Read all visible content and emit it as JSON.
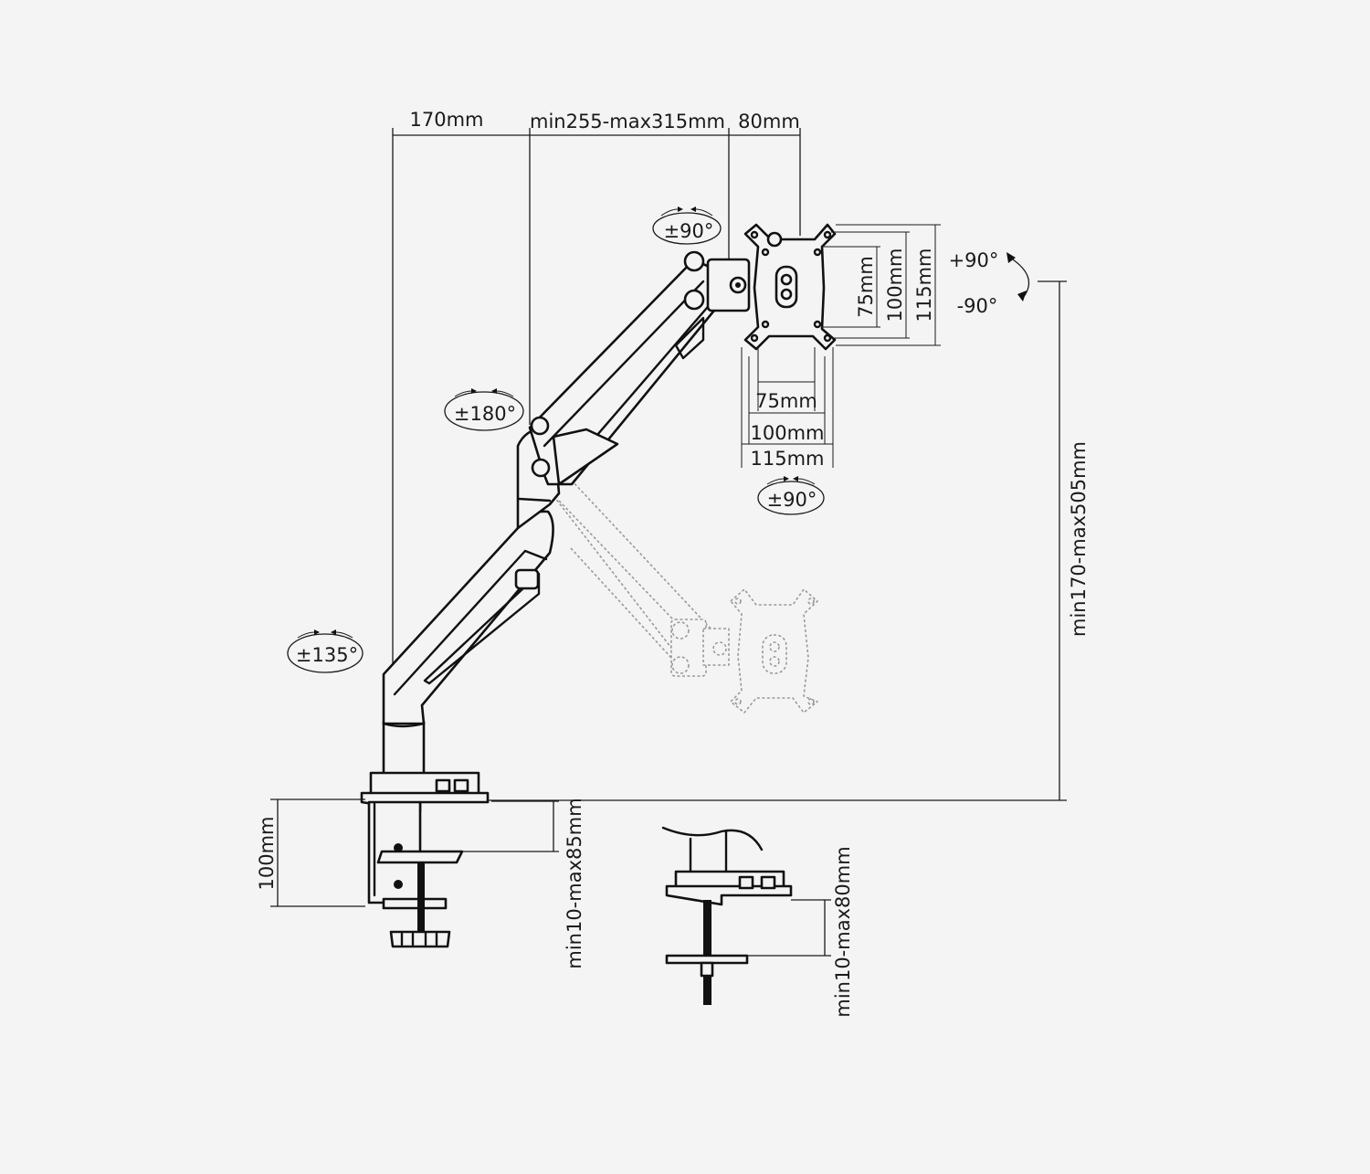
{
  "diagram": {
    "dimensions": {
      "arm_base_offset": "170mm",
      "arm_reach": "min255-max315mm",
      "head_offset": "80mm",
      "vesa_v_75": "75mm",
      "vesa_v_100": "100mm",
      "vesa_v_115": "115mm",
      "vesa_h_75": "75mm",
      "vesa_h_100": "100mm",
      "vesa_h_115": "115mm",
      "height_range": "min170-max505mm",
      "clamp_height": "100mm",
      "clamp_range": "min10-max85mm",
      "grommet_range": "min10-max80mm"
    },
    "rotations": {
      "head_swivel": "±90°",
      "arm_swivel": "±180°",
      "base_swivel": "±135°",
      "vesa_rotation": "±90°",
      "tilt_up": "+90°",
      "tilt_down": "-90°"
    }
  }
}
